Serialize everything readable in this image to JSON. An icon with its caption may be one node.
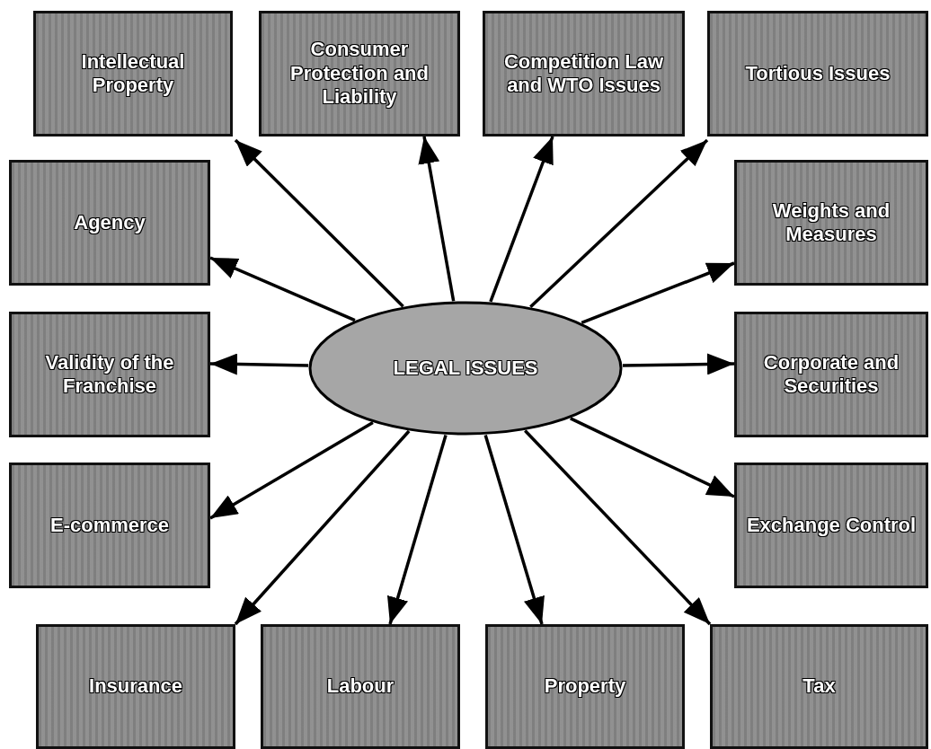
{
  "diagram": {
    "nodes": [
      {
        "text": [
          "LEGAL ISSUES"
        ]
      },
      {
        "text": [
          "Intellectual Property"
        ]
      },
      {
        "text": [
          "Consumer Protection and Liability"
        ]
      },
      {
        "text": [
          "Competition Law and WTO Issues"
        ]
      },
      {
        "text": [
          "Tortious Issues"
        ]
      },
      {
        "text": [
          "Agency"
        ]
      },
      {
        "text": [
          "Weights and Measures"
        ]
      },
      {
        "text": [
          "Validity of the Franchise"
        ]
      },
      {
        "text": [
          "Corporate and Securities"
        ]
      },
      {
        "text": [
          "E-commerce"
        ]
      },
      {
        "text": [
          "Exchange Control"
        ]
      },
      {
        "text": [
          "Insurance"
        ]
      },
      {
        "text": [
          "Labour"
        ]
      },
      {
        "text": [
          "Property"
        ]
      },
      {
        "text": [
          "Tax"
        ]
      }
    ],
    "edges": [
      {
        "from": 0,
        "to": 1,
        "arrow": "to"
      },
      {
        "from": 0,
        "to": 2,
        "arrow": "to"
      },
      {
        "from": 0,
        "to": 3,
        "arrow": "to"
      },
      {
        "from": 0,
        "to": 4,
        "arrow": "to"
      },
      {
        "from": 0,
        "to": 5,
        "arrow": "to"
      },
      {
        "from": 0,
        "to": 6,
        "arrow": "to"
      },
      {
        "from": 0,
        "to": 7,
        "arrow": "to"
      },
      {
        "from": 0,
        "to": 8,
        "arrow": "to"
      },
      {
        "from": 0,
        "to": 9,
        "arrow": "to"
      },
      {
        "from": 0,
        "to": 10,
        "arrow": "to"
      },
      {
        "from": 0,
        "to": 11,
        "arrow": "to"
      },
      {
        "from": 0,
        "to": 12,
        "arrow": "to"
      },
      {
        "from": 0,
        "to": 13,
        "arrow": "to"
      },
      {
        "from": 0,
        "to": 14,
        "arrow": "to"
      }
    ]
  }
}
